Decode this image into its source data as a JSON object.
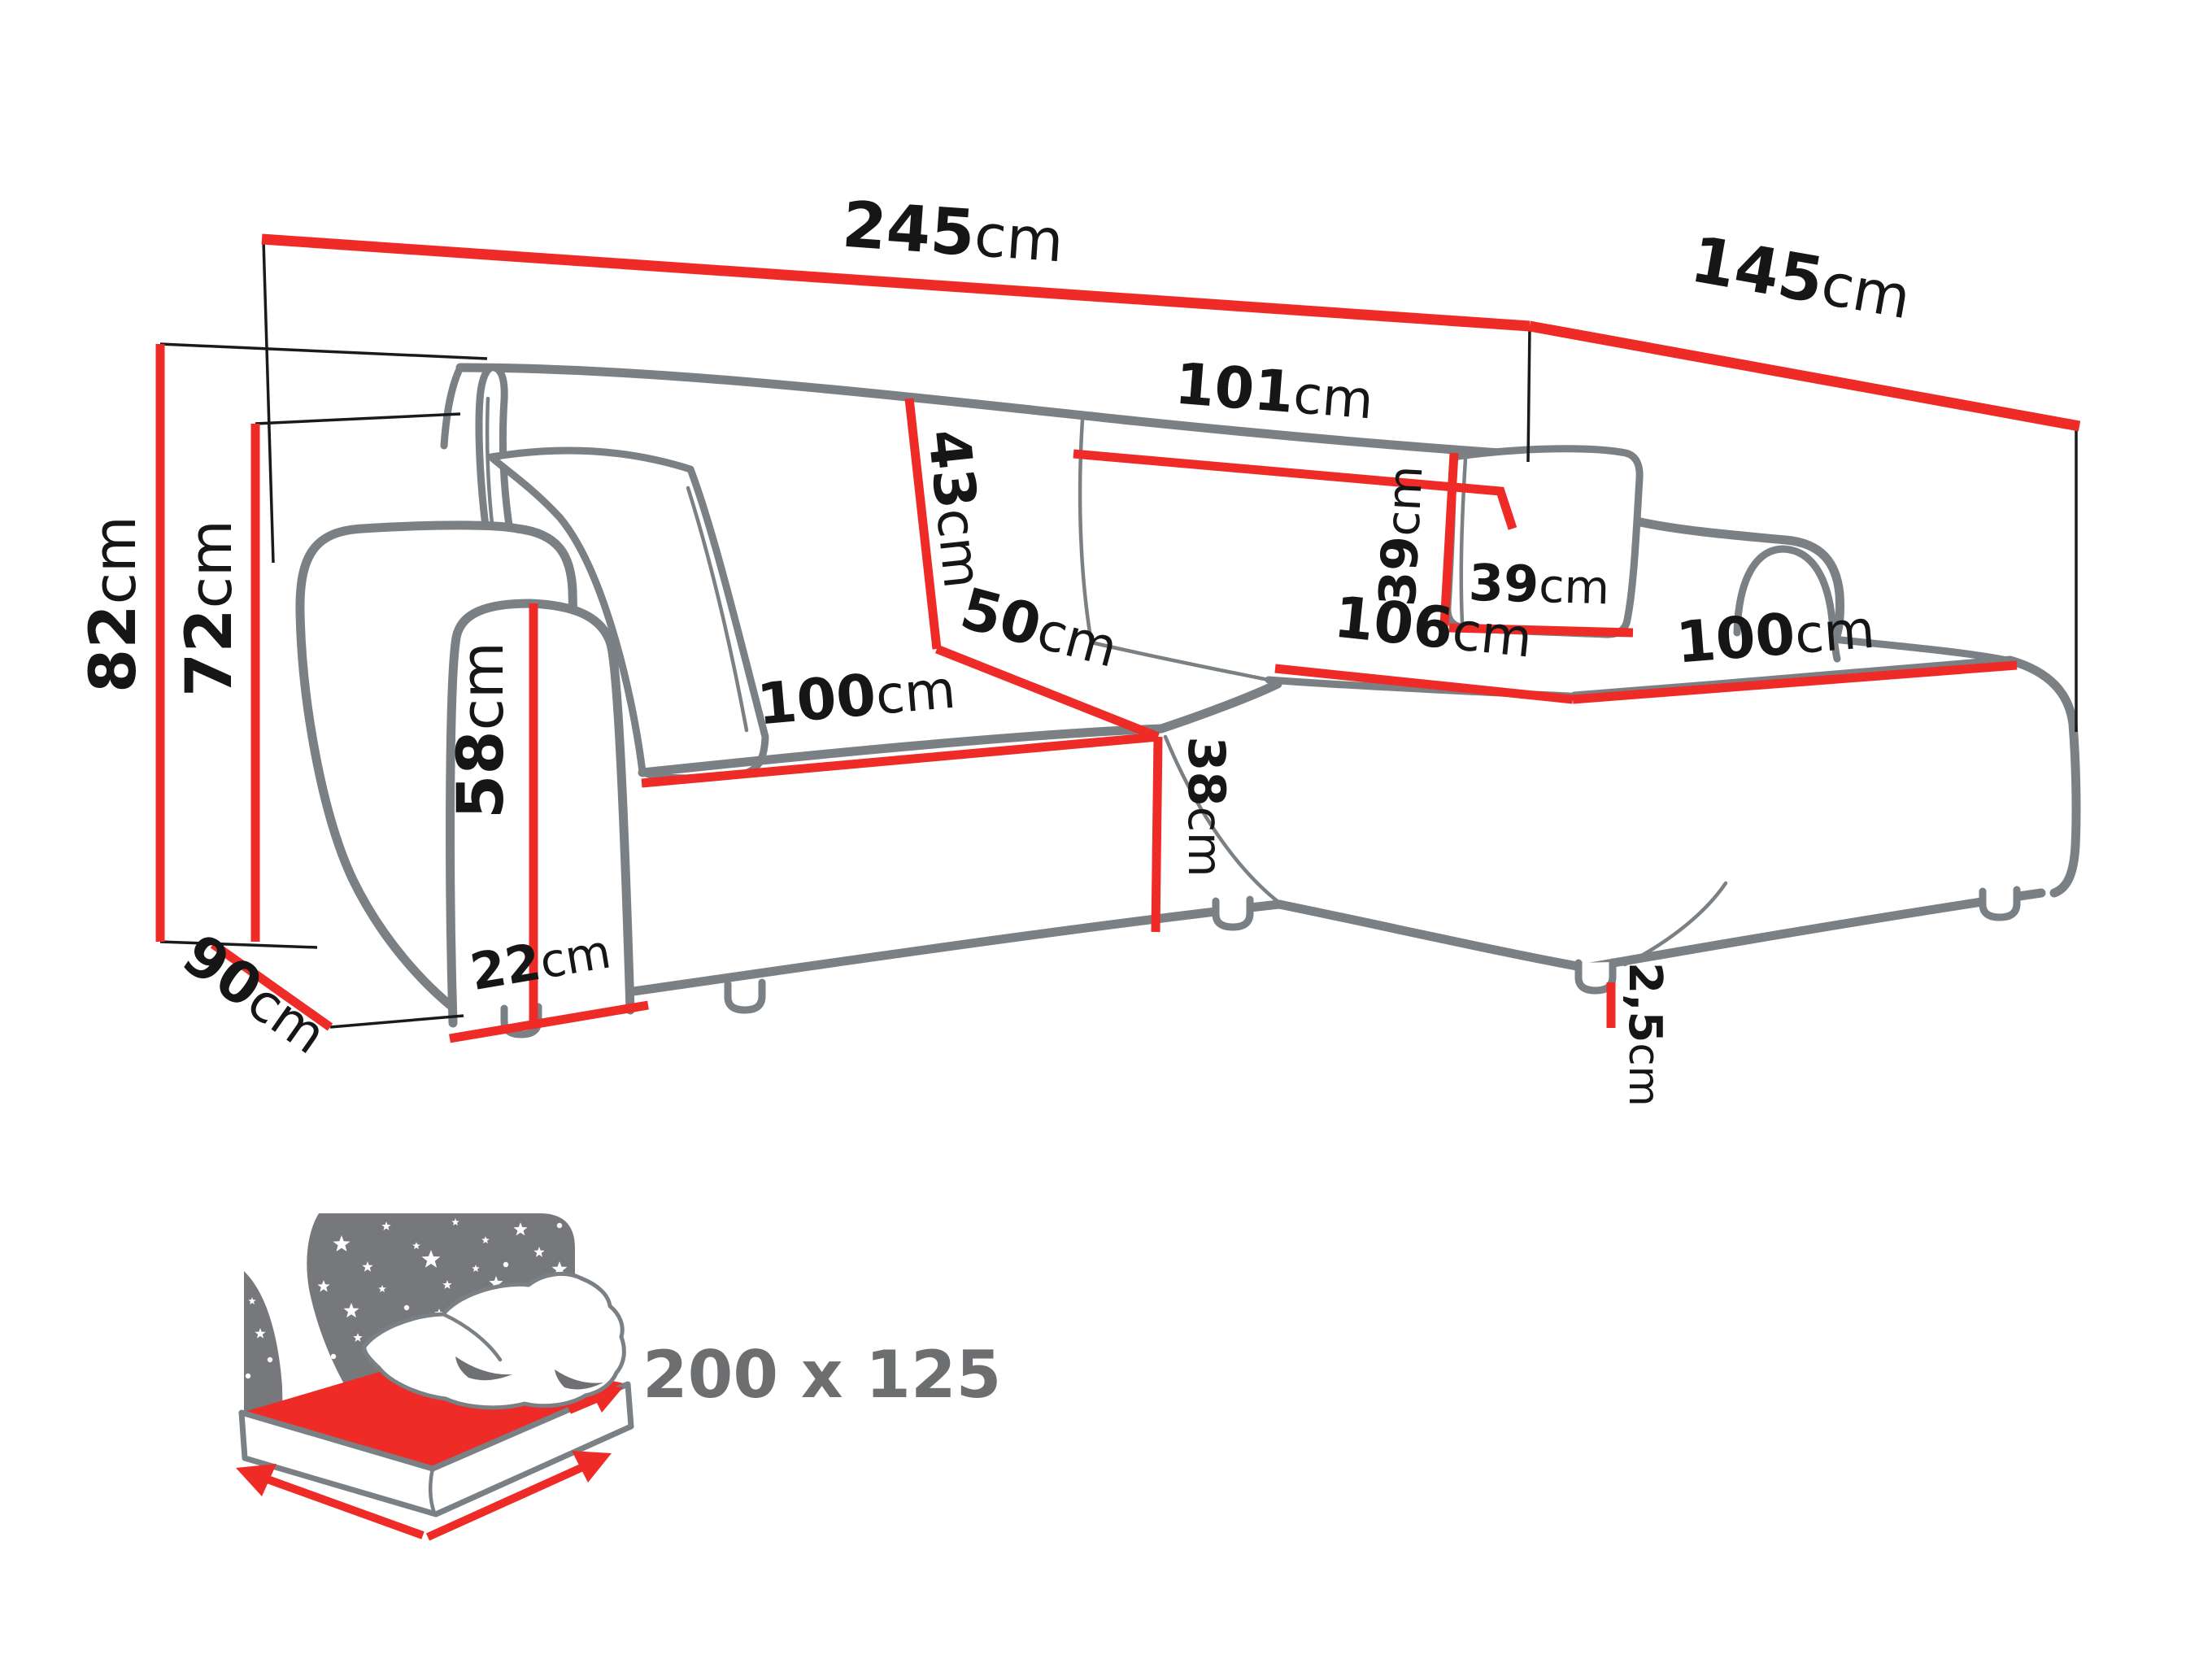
{
  "diagram": {
    "title": "corner-sofa-dimension-diagram",
    "unit_default": "cm",
    "colors": {
      "dimension_red": "#ee2b26",
      "outline_gray": "#7b8084",
      "extension_black": "#1a1a1a",
      "icon_gray": "#77787b",
      "icon_text_gray": "#6d6e70",
      "mattress_red": "#ee2b26"
    },
    "dimensions": {
      "total_width": {
        "value": "245",
        "unit": "cm"
      },
      "total_depth": {
        "value": "145",
        "unit": "cm"
      },
      "backrest_width": {
        "value": "101",
        "unit": "cm"
      },
      "back_cushion_height": {
        "value": "43",
        "unit": "cm"
      },
      "corner_seat_depth": {
        "value": "50",
        "unit": "cm"
      },
      "seat_width_left": {
        "value": "100",
        "unit": "cm"
      },
      "seat_height": {
        "value": "38",
        "unit": "cm"
      },
      "chaise_back_width": {
        "value": "106",
        "unit": "cm"
      },
      "chaise_length": {
        "value": "100",
        "unit": "cm"
      },
      "pillow_height": {
        "value": "39",
        "unit": "cm"
      },
      "pillow_width": {
        "value": "39",
        "unit": "cm"
      },
      "total_height": {
        "value": "82",
        "unit": "cm"
      },
      "armrest_height": {
        "value": "72",
        "unit": "cm"
      },
      "armrest_front_height": {
        "value": "58",
        "unit": "cm"
      },
      "armrest_width": {
        "value": "22",
        "unit": "cm"
      },
      "side_depth": {
        "value": "90",
        "unit": "cm"
      },
      "leg_height": {
        "value": "2,5",
        "unit": "cm"
      }
    },
    "sleeping_area": {
      "label": "200 x 125"
    },
    "icon": {
      "name": "sleeping-area-icon",
      "stars": [
        [
          475,
          1508,
          6
        ],
        [
          560,
          1503,
          5
        ],
        [
          640,
          1512,
          9
        ],
        [
          688,
          1507,
          4
        ],
        [
          420,
          1530,
          11
        ],
        [
          512,
          1532,
          5
        ],
        [
          597,
          1525,
          5
        ],
        [
          663,
          1540,
          7
        ],
        [
          371,
          1552,
          5
        ],
        [
          452,
          1558,
          7
        ],
        [
          530,
          1549,
          12
        ],
        [
          585,
          1560,
          5
        ],
        [
          622,
          1555,
          4
        ],
        [
          688,
          1561,
          10
        ],
        [
          398,
          1582,
          8
        ],
        [
          470,
          1585,
          5
        ],
        [
          550,
          1580,
          6
        ],
        [
          610,
          1578,
          9
        ],
        [
          656,
          1590,
          4
        ],
        [
          362,
          1612,
          6
        ],
        [
          432,
          1612,
          10
        ],
        [
          500,
          1608,
          4
        ],
        [
          540,
          1615,
          6
        ],
        [
          590,
          1612,
          5
        ],
        [
          645,
          1615,
          12
        ],
        [
          690,
          1612,
          5
        ],
        [
          382,
          1642,
          5
        ],
        [
          440,
          1645,
          6
        ],
        [
          482,
          1638,
          9
        ],
        [
          525,
          1645,
          4
        ],
        [
          570,
          1648,
          7
        ],
        [
          620,
          1642,
          5
        ],
        [
          670,
          1650,
          8
        ],
        [
          356,
          1667,
          8
        ],
        [
          410,
          1668,
          4
        ],
        [
          462,
          1670,
          6
        ],
        [
          310,
          1600,
          5
        ],
        [
          320,
          1640,
          7
        ],
        [
          332,
          1672,
          4
        ],
        [
          305,
          1692,
          4
        ],
        [
          366,
          1692,
          5
        ],
        [
          500,
          1672,
          5
        ],
        [
          700,
          1585,
          4
        ],
        [
          702,
          1635,
          5
        ]
      ]
    }
  }
}
